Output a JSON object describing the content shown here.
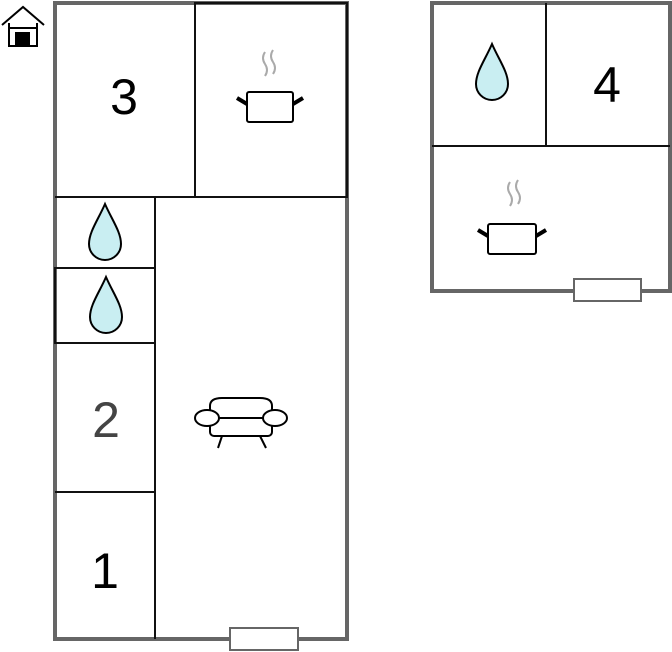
{
  "rooms": {
    "bedroom_3": {
      "label": "3"
    },
    "bedroom_2": {
      "label": "2"
    },
    "bedroom_1": {
      "label": "1"
    },
    "bedroom_4": {
      "label": "4"
    }
  },
  "icons": {
    "home": "house-icon",
    "kitchen": "cooking-pot-icon",
    "bathroom": "water-drop-icon",
    "living": "sofa-icon",
    "window": "window-icon"
  },
  "colors": {
    "wall": "#666666",
    "inner_wall": "#111111",
    "water": "#c9eef2"
  }
}
